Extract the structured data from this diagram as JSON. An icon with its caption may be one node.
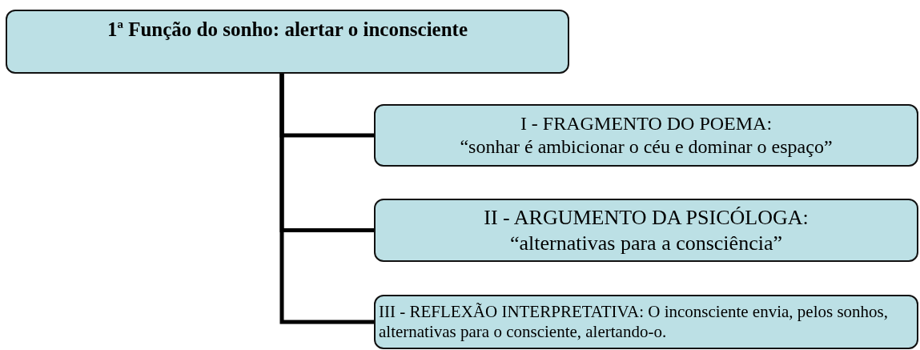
{
  "diagram": {
    "nodes": [
      {
        "text": [
          "1ª Função do sonho: alertar o inconsciente"
        ]
      },
      {
        "text": [
          "I - FRAGMENTO DO POEMA:",
          "“sonhar é ambicionar o céu e dominar o espaço”"
        ]
      },
      {
        "text": [
          "II - ARGUMENTO DA PSICÓLOGA:",
          "“alternativas para a consciência”"
        ]
      },
      {
        "text": [
          "III - REFLEXÃO INTERPRETATIVA: O inconsciente envia, pelos sonhos, alternativas para o consciente, alertando-o."
        ]
      }
    ],
    "edges": [
      {
        "from": 0,
        "to": 1,
        "arrow": "none"
      },
      {
        "from": 0,
        "to": 2,
        "arrow": "none"
      },
      {
        "from": 0,
        "to": 3,
        "arrow": "none"
      }
    ]
  }
}
